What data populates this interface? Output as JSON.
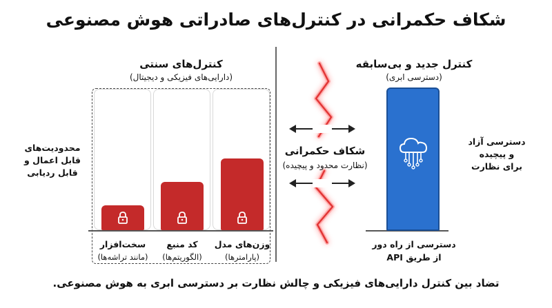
{
  "title": "شکاف حکمرانی در کنترل‌های صادراتی هوش مصنوعی",
  "caption": "تضاد بین کنترل دارایی‌های فیزیکی و چالش نظارت بر دسترسی ابری به هوش مصنوعی.",
  "traditional": {
    "heading": "کنترل‌های سنتی",
    "subheading": "(دارایی‌های فیزیکی و دیجیتال)",
    "side_note": [
      "محدودیت‌های",
      "قابل اعمال و",
      "قابل ردیابی"
    ],
    "items": [
      {
        "label": "سخت‌افزار",
        "sublabel": "(مانند تراشه‌ها)",
        "level": 1,
        "icon": "lock-icon"
      },
      {
        "label": "کد منبع",
        "sublabel": "(الگوریتم‌ها)",
        "level": 2,
        "icon": "lock-icon"
      },
      {
        "label": "وزن‌های مدل",
        "sublabel": "(پارامترها)",
        "level": 3,
        "icon": "lock-icon"
      }
    ]
  },
  "gap": {
    "heading": "شکاف حکمرانی",
    "subheading": "(نظارت محدود و پیچیده)"
  },
  "new_control": {
    "heading": "کنترل جدید و بی‌سابقه",
    "subheading": "(دسترسی ابری)",
    "side_note": [
      "دسترسی آزاد",
      "و پیچیده",
      "برای نظارت"
    ],
    "bar_label": [
      "دسترسی از راه دور",
      "از طریق API"
    ],
    "icon": "cloud-network-icon"
  },
  "colors": {
    "traditional_bar": "#c42a2a",
    "cloud_bar": "#2a71cf",
    "gap_glow": "#ff5a5a"
  }
}
